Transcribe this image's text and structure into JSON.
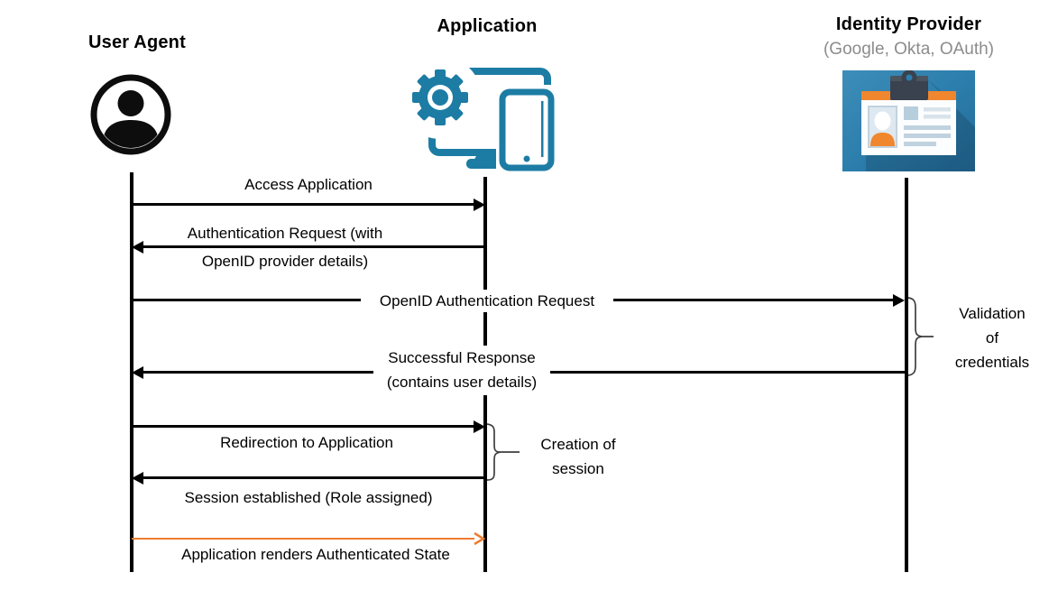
{
  "diagram_type": "sequence-diagram",
  "topic": "OpenID authentication flow",
  "actors": [
    {
      "name": "User Agent",
      "subtitle": "",
      "icon": "user-icon"
    },
    {
      "name": "Application",
      "subtitle": "",
      "icon": "application-devices-icon"
    },
    {
      "name": "Identity Provider",
      "subtitle": "(Google, Okta, OAuth)",
      "icon": "id-card-icon"
    }
  ],
  "messages": [
    {
      "from": "User Agent",
      "to": "Application",
      "direction": "right",
      "color": "#000000",
      "lines": [
        "Access Application"
      ]
    },
    {
      "from": "Application",
      "to": "User Agent",
      "direction": "left",
      "color": "#000000",
      "lines": [
        "Authentication Request (with",
        "OpenID provider details)"
      ]
    },
    {
      "from": "User Agent",
      "to": "Identity Provider",
      "direction": "right",
      "color": "#000000",
      "lines": [
        "OpenID Authentication Request"
      ]
    },
    {
      "from": "Identity Provider",
      "to": "User Agent",
      "direction": "left",
      "color": "#000000",
      "lines": [
        "Successful Response",
        "(contains user details)"
      ]
    },
    {
      "from": "User Agent",
      "to": "Application",
      "direction": "right",
      "color": "#000000",
      "lines": [
        "Redirection to Application"
      ]
    },
    {
      "from": "Application",
      "to": "User Agent",
      "direction": "left",
      "color": "#000000",
      "lines": [
        "Session established (Role assigned)"
      ]
    },
    {
      "from": "User Agent",
      "to": "Application",
      "direction": "right",
      "color": "#ED7D31",
      "lines": [
        "Application renders Authenticated State"
      ]
    }
  ],
  "annotations": [
    {
      "attached_to": "Identity Provider",
      "lines": [
        "Validation",
        "of",
        "credentials"
      ]
    },
    {
      "attached_to": "Application",
      "lines": [
        "Creation of",
        "session"
      ]
    }
  ],
  "colors": {
    "black": "#000000",
    "orange_accent": "#ED7D31",
    "application_teal": "#1D7CA4",
    "idp_blue": "#2C7EAC",
    "subtitle_gray": "#8C8C8C"
  }
}
